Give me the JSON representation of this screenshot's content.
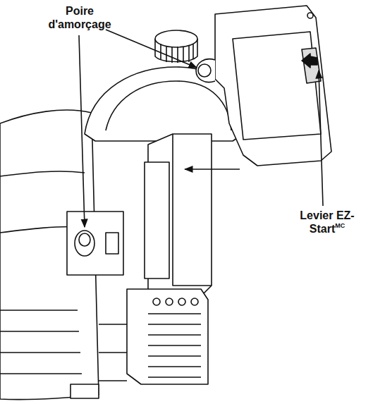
{
  "diagram": {
    "labels": [
      "Poire d'amorçage",
      "Levier EZ-Start",
      "MC"
    ]
  }
}
